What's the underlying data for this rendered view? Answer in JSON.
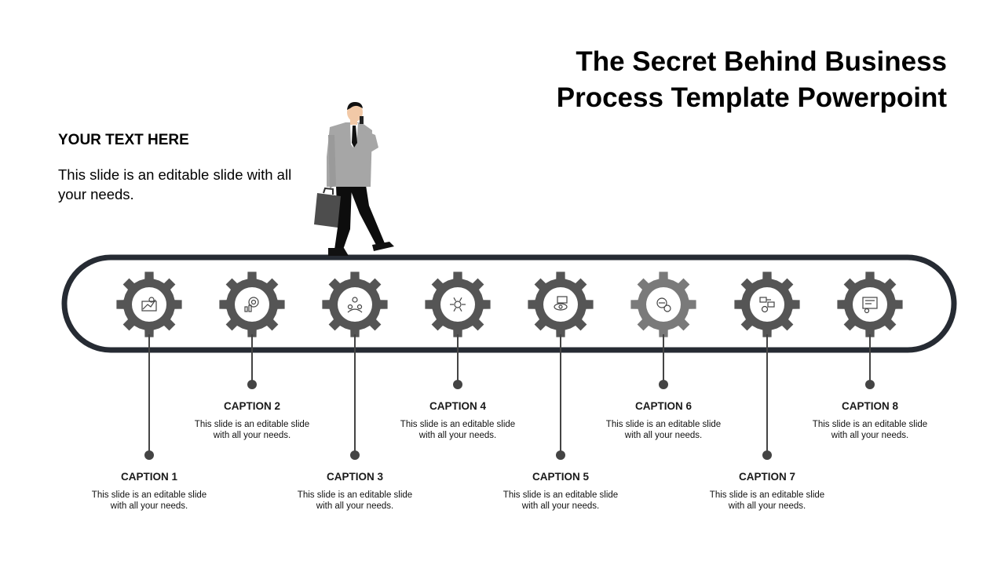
{
  "title_line1": "The Secret Behind Business",
  "title_line2": "Process Template Powerpoint",
  "subheading": "YOUR  TEXT HERE",
  "intro_text": "This slide is an editable slide with all your needs.",
  "colors": {
    "track": "#262b33",
    "gear_dark": "#555555",
    "gear_light": "#7a7a7a",
    "connector": "#444444"
  },
  "steps": [
    {
      "caption": "CAPTION 1",
      "body": "This slide is an editable slide with all your needs.",
      "icon": "growth-chart-icon"
    },
    {
      "caption": "CAPTION 2",
      "body": "This slide is an editable slide with all your needs.",
      "icon": "target-analytics-icon"
    },
    {
      "caption": "CAPTION 3",
      "body": "This slide is an editable slide with all your needs.",
      "icon": "team-network-icon"
    },
    {
      "caption": "CAPTION 4",
      "body": "This slide is an editable slide with all your needs.",
      "icon": "idea-process-icon"
    },
    {
      "caption": "CAPTION 5",
      "body": "This slide is an editable slide with all your needs.",
      "icon": "vision-chart-icon"
    },
    {
      "caption": "CAPTION 6",
      "body": "This slide is an editable slide with all your needs.",
      "icon": "gear-person-icon"
    },
    {
      "caption": "CAPTION 7",
      "body": "This slide is an editable slide with all your needs.",
      "icon": "workflow-icon"
    },
    {
      "caption": "CAPTION 8",
      "body": "This slide is an editable slide with all your needs.",
      "icon": "dashboard-icon"
    }
  ]
}
